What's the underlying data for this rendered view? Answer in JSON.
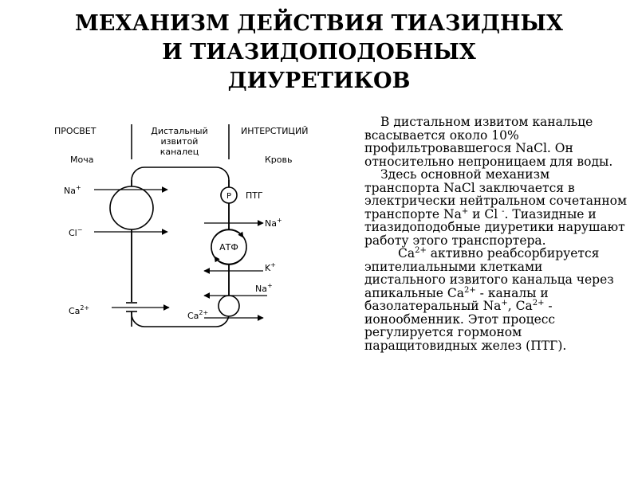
{
  "title": {
    "line1": "МЕХАНИЗМ ДЕЙСТВИЯ ТИАЗИДНЫХ",
    "line2": "И ТИАЗИДОПОДОБНЫХ",
    "line3": "ДИУРЕТИКОВ"
  },
  "diagram": {
    "lumen_label": "ПРОСВЕТ",
    "tubule_label_line1": "Дистальный",
    "tubule_label_line2": "извитой",
    "tubule_label_line3": "каналец",
    "interstitium_label": "ИНТЕРСТИЦИЙ",
    "urine_label": "Моча",
    "blood_label": "Кровь",
    "na_left": "Na",
    "na_left_sup": "+",
    "cl_left": "Cl",
    "cl_left_sup": "−",
    "p_label": "P",
    "ptg_label": "ПТГ",
    "na_right_top": "Na",
    "na_right_top_sup": "+",
    "atp_label": "АТФ",
    "k_right": "K",
    "k_right_sup": "+",
    "na_right_bottom": "Na",
    "na_right_bottom_sup": "+",
    "ca_left": "Ca",
    "ca_left_sup": "2+",
    "ca_right": "Ca",
    "ca_right_sup": "2+"
  },
  "text": {
    "p1": "В дистальном извитом канальце всасывается около 10% профильтровавшегося NaCl. Он относительно непроницаем для воды.",
    "p2_part1": "Здесь основной механизм транспорта NaCl заключается в электрически нейтральном сочетанном транспорте  Na",
    "p2_sup1": "+",
    "p2_part2": " и Cl ",
    "p2_sup2": "-",
    "p2_part3": ". Тиазидные и тиазидоподобные диуретики нарушают работу этого транспортера.",
    "p3_part1": "Ca",
    "p3_sup1": "2+",
    "p3_part2": " активно реабсорбируется эпителиальными клетками дистального извитого канальца через апикальные Ca",
    "p3_sup2": "2+",
    "p3_part3": " - каналы и базолатеральный Na",
    "p3_sup3": "+",
    "p3_part4": ", Ca",
    "p3_sup4": "2+",
    "p3_part5": " - ионообменник. Этот процесс регулируется гормоном паращитовидных желез (ПТГ)."
  }
}
